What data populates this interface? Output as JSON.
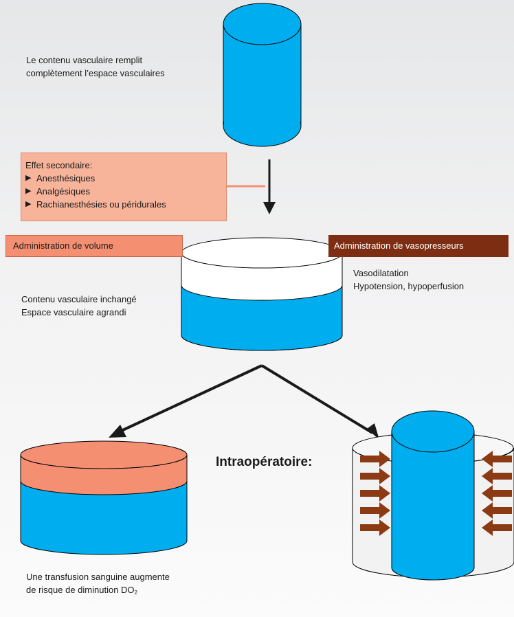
{
  "top_text": {
    "line1": "Le contenu vasculaire remplit",
    "line2": "complètement l’espace vasculaires"
  },
  "side_effect": {
    "title": "Effet secondaire:",
    "bullet_glyph": "▶",
    "items": [
      "Anesthésiques",
      "Analgésiques",
      "Rachianesthésies  ou péridurales"
    ]
  },
  "vasodilatation": {
    "line1": "Vasodilatation",
    "line2": "Hypotension, hypoperfusion"
  },
  "middle_left_text": {
    "line1": "Contenu vasculaire inchangé",
    "line2": "Espace vasculaire agrandi"
  },
  "volume_box": {
    "label": "Administration de volume"
  },
  "vasopressor_box": {
    "label": "Administration de vasopresseurs"
  },
  "headline": "Intraopératoire:",
  "bottom_text": {
    "line1": "Une transfusion sanguine augmente",
    "line2_main": "de risque de diminution DO",
    "line2_sub": "2"
  },
  "colors": {
    "blood_blue": "#00aeef",
    "volume_salmon": "#f58f72",
    "side_effect_pink": "#f7b49b",
    "vasopressor_brown": "#7d2e12",
    "arrow_brown": "#8b3a14",
    "arrow_black": "#1a1a1a"
  }
}
